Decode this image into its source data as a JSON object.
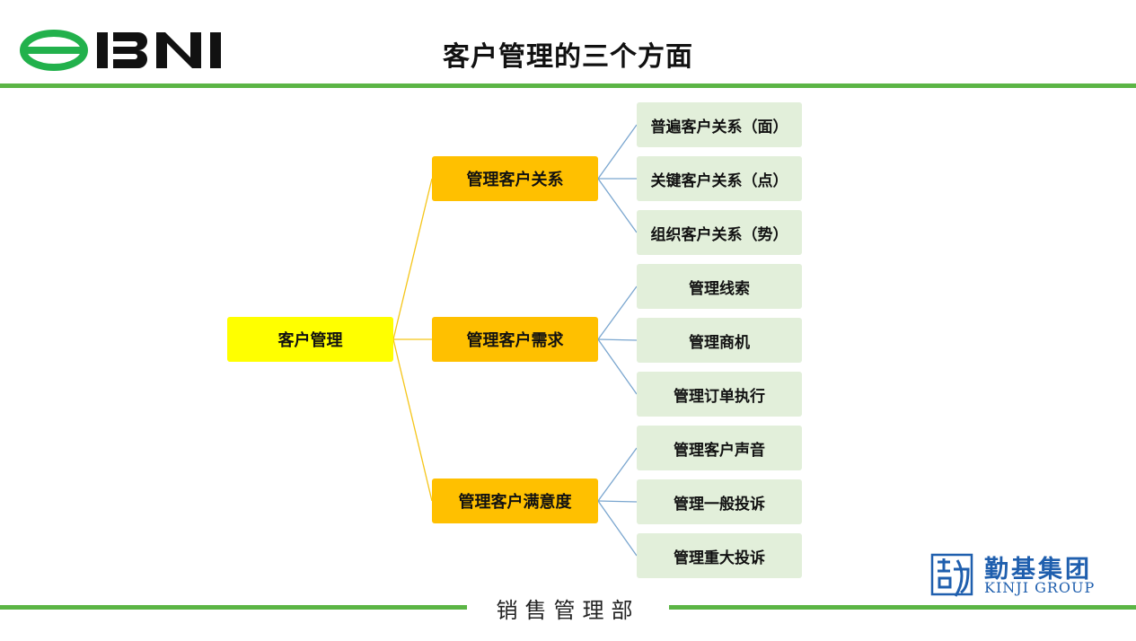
{
  "header": {
    "title": "客户管理的三个方面"
  },
  "footer": {
    "department": "销售管理部"
  },
  "brand": {
    "company_cn": "勤基集团",
    "company_en": "KINJI GROUP"
  },
  "colors": {
    "green_rule": "#5bb545",
    "root_fill": "#ffff00",
    "level1_fill": "#ffc000",
    "level2_fill": "#e2efda",
    "root_link": "#f5c518",
    "leaf_link": "#7aa6cf",
    "brand_blue": "#1f5fae"
  },
  "tree": {
    "root": "客户管理",
    "branches": [
      {
        "label": "管理客户关系",
        "children": [
          "普遍客户关系（面）",
          "关键客户关系（点）",
          "组织客户关系（势）"
        ]
      },
      {
        "label": "管理客户需求",
        "children": [
          "管理线索",
          "管理商机",
          "管理订单执行"
        ]
      },
      {
        "label": "管理客户满意度",
        "children": [
          "管理客户声音",
          "管理一般投诉",
          "管理重大投诉"
        ]
      }
    ]
  }
}
